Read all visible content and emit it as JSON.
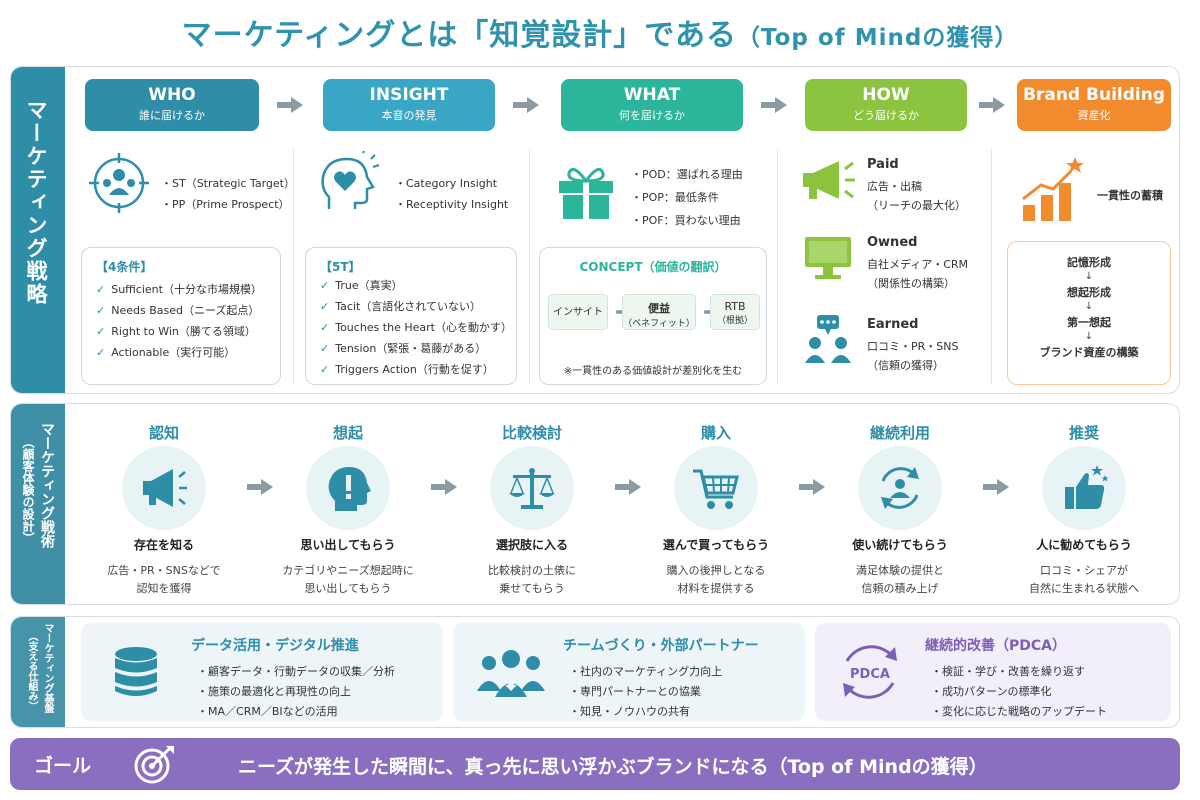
{
  "title": {
    "main": "マーケティングとは「知覚設計」である",
    "sub": "（Top of Mindの獲得）",
    "color": "#2f93ad"
  },
  "strategy": {
    "side_label": "マーケティング戦略",
    "stages": [
      {
        "en": "WHO",
        "jp": "誰に届けるか",
        "color": "#2e8ea8"
      },
      {
        "en": "INSIGHT",
        "jp": "本音の発見",
        "color": "#3aa6c6"
      },
      {
        "en": "WHAT",
        "jp": "何を届けるか",
        "color": "#2bb59b"
      },
      {
        "en": "HOW",
        "jp": "どう届けるか",
        "color": "#8cc43f"
      },
      {
        "en": "Brand Building",
        "jp": "資産化",
        "color": "#f28a2e"
      }
    ],
    "who": {
      "points": [
        "ST（Strategic Target）",
        "PP（Prime Prospect）"
      ],
      "box_title": "【4条件】",
      "conditions": [
        "Sufficient（十分な市場規模）",
        "Needs Based（ニーズ起点）",
        "Right to Win（勝てる領域）",
        "Actionable（実行可能）"
      ]
    },
    "insight": {
      "points": [
        "Category Insight",
        "Receptivity Insight"
      ],
      "box_title": "【5T】",
      "conditions": [
        "True（真実）",
        "Tacit（言語化されていない）",
        "Touches the Heart（心を動かす）",
        "Tension（緊張・葛藤がある）",
        "Triggers Action（行動を促す）"
      ]
    },
    "what": {
      "points": [
        "POD：選ばれる理由",
        "POP：最低条件",
        "POF：買わない理由"
      ],
      "concept_title": "CONCEPT（価値の翻訳）",
      "flow": [
        {
          "l1": "インサイト",
          "l2": ""
        },
        {
          "l1": "便益",
          "l2": "（ベネフィット）"
        },
        {
          "l1": "RTB",
          "l2": "（根拠）"
        }
      ],
      "note": "※一貫性のある価値設計が差別化を生む"
    },
    "how": [
      {
        "title": "Paid",
        "l1": "広告・出稿",
        "l2": "（リーチの最大化）"
      },
      {
        "title": "Owned",
        "l1": "自社メディア・CRM",
        "l2": "（関係性の構築）"
      },
      {
        "title": "Earned",
        "l1": "口コミ・PR・SNS",
        "l2": "（信頼の獲得）"
      }
    ],
    "brand": {
      "head": "一貫性の蓄積",
      "steps": [
        "記憶形成",
        "想起形成",
        "第一想起",
        "ブランド資産の構築"
      ]
    }
  },
  "tactics": {
    "side_label_1": "マーケティング戦術",
    "side_label_2": "（顧客体験の設計）",
    "steps": [
      {
        "label": "認知",
        "icon": "megaphone-icon",
        "head": "存在を知る",
        "d1": "広告・PR・SNSなどで",
        "d2": "認知を獲得"
      },
      {
        "label": "想起",
        "icon": "head-idea-icon",
        "head": "思い出してもらう",
        "d1": "カテゴリやニーズ想起時に",
        "d2": "思い出してもらう"
      },
      {
        "label": "比較検討",
        "icon": "scale-icon",
        "head": "選択肢に入る",
        "d1": "比較検討の土俵に",
        "d2": "乗せてもらう"
      },
      {
        "label": "購入",
        "icon": "cart-icon",
        "head": "選んで買ってもらう",
        "d1": "購入の後押しとなる",
        "d2": "材料を提供する"
      },
      {
        "label": "継続利用",
        "icon": "loop-user-icon",
        "head": "使い続けてもらう",
        "d1": "満足体験の提供と",
        "d2": "信頼の積み上げ"
      },
      {
        "label": "推奨",
        "icon": "thumbs-up-icon",
        "head": "人に勧めてもらう",
        "d1": "口コミ・シェアが",
        "d2": "自然に生まれる状態へ"
      }
    ]
  },
  "foundation": {
    "side_label_1": "マーケティング基盤",
    "side_label_2": "（支える仕組み）",
    "items": [
      {
        "title": "データ活用・デジタル推進",
        "color": "#2e8ea8",
        "bg": "#eef5f8",
        "icon": "database-icon",
        "points": [
          "顧客データ・行動データの収集／分析",
          "施策の最適化と再現性の向上",
          "MA／CRM／BIなどの活用"
        ]
      },
      {
        "title": "チームづくり・外部パートナー",
        "color": "#2e8ea8",
        "bg": "#eef5f8",
        "icon": "team-icon",
        "points": [
          "社内のマーケティング力向上",
          "専門パートナーとの協業",
          "知見・ノウハウの共有"
        ]
      },
      {
        "title": "継続的改善（PDCA）",
        "color": "#7e5fb8",
        "bg": "#f3effa",
        "icon": "pdca-icon",
        "badge": "PDCA",
        "points": [
          "検証・学び・改善を繰り返す",
          "成功パターンの標準化",
          "変化に応じた戦略のアップデート"
        ]
      }
    ]
  },
  "goal": {
    "label": "ゴール",
    "text": "ニーズが発生した瞬間に、真っ先に思い浮かぶブランドになる（Top of Mindの獲得）",
    "color": "#8a6ec0"
  }
}
